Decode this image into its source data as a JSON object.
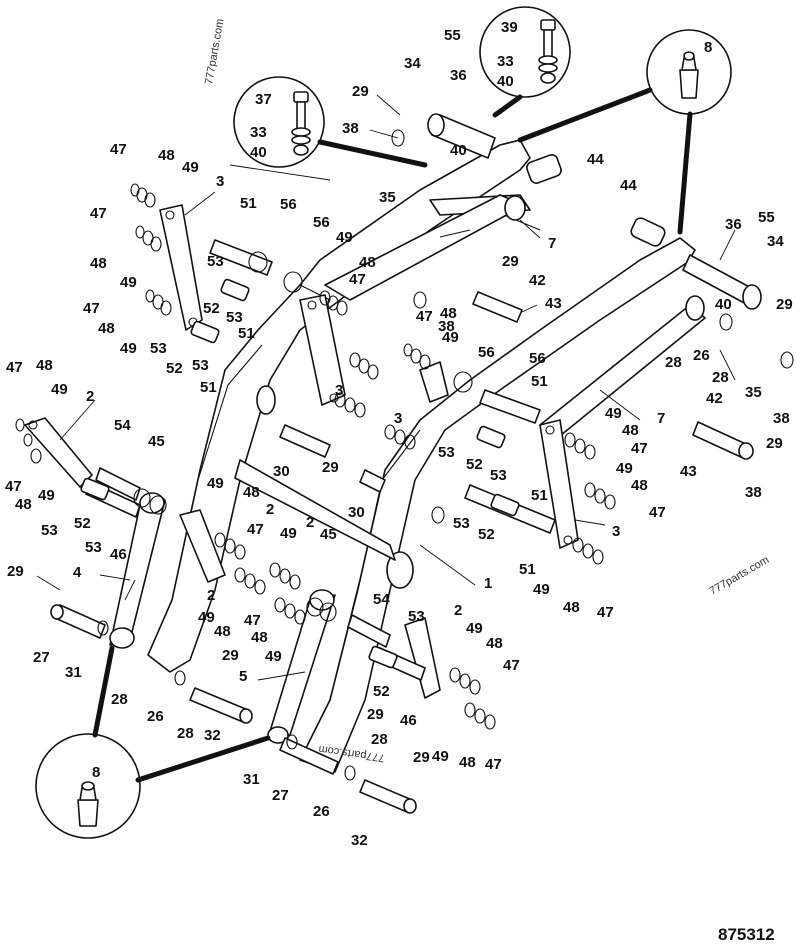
{
  "figure_number": "875312",
  "watermarks": [
    "777parts.com",
    "777parts.com",
    "777parts.com"
  ],
  "callouts": [
    {
      "id": "c55a",
      "text": "55"
    },
    {
      "id": "c39",
      "text": "39"
    },
    {
      "id": "c34a",
      "text": "34"
    },
    {
      "id": "c36a",
      "text": "36"
    },
    {
      "id": "c33a",
      "text": "33"
    },
    {
      "id": "c40a",
      "text": "40"
    },
    {
      "id": "c8a",
      "text": "8"
    },
    {
      "id": "c37",
      "text": "37"
    },
    {
      "id": "c29a",
      "text": "29"
    },
    {
      "id": "c38a",
      "text": "38"
    },
    {
      "id": "c33b",
      "text": "33"
    },
    {
      "id": "c40b",
      "text": "40"
    },
    {
      "id": "c40c",
      "text": "40"
    },
    {
      "id": "c44a",
      "text": "44"
    },
    {
      "id": "c47a",
      "text": "47"
    },
    {
      "id": "c48a",
      "text": "48"
    },
    {
      "id": "c49a",
      "text": "49"
    },
    {
      "id": "c3a",
      "text": "3"
    },
    {
      "id": "c35a",
      "text": "35"
    },
    {
      "id": "c44b",
      "text": "44"
    },
    {
      "id": "c47b",
      "text": "47"
    },
    {
      "id": "c51a",
      "text": "51"
    },
    {
      "id": "c56a",
      "text": "56"
    },
    {
      "id": "c56b",
      "text": "56"
    },
    {
      "id": "c49b",
      "text": "49"
    },
    {
      "id": "c7a",
      "text": "7"
    },
    {
      "id": "c36b",
      "text": "36"
    },
    {
      "id": "c55b",
      "text": "55"
    },
    {
      "id": "c34b",
      "text": "34"
    },
    {
      "id": "c48b",
      "text": "48"
    },
    {
      "id": "c49c",
      "text": "49"
    },
    {
      "id": "c53a",
      "text": "53"
    },
    {
      "id": "c48c",
      "text": "48"
    },
    {
      "id": "c29b",
      "text": "29"
    },
    {
      "id": "c47c",
      "text": "47"
    },
    {
      "id": "c42a",
      "text": "42"
    },
    {
      "id": "c52a",
      "text": "52"
    },
    {
      "id": "c53b",
      "text": "53"
    },
    {
      "id": "c40d",
      "text": "40"
    },
    {
      "id": "c47d",
      "text": "47"
    },
    {
      "id": "c43a",
      "text": "43"
    },
    {
      "id": "c29c",
      "text": "29"
    },
    {
      "id": "c48d",
      "text": "48"
    },
    {
      "id": "c51b",
      "text": "51"
    },
    {
      "id": "c47e",
      "text": "47"
    },
    {
      "id": "c48e",
      "text": "48"
    },
    {
      "id": "c38b",
      "text": "38"
    },
    {
      "id": "c49d",
      "text": "49"
    },
    {
      "id": "c53c",
      "text": "53"
    },
    {
      "id": "c49e",
      "text": "49"
    },
    {
      "id": "c28a",
      "text": "28"
    },
    {
      "id": "c26a",
      "text": "26"
    },
    {
      "id": "c53d",
      "text": "53"
    },
    {
      "id": "c56c",
      "text": "56"
    },
    {
      "id": "c52b",
      "text": "52"
    },
    {
      "id": "c28b",
      "text": "28"
    },
    {
      "id": "c51c",
      "text": "51"
    },
    {
      "id": "c56d",
      "text": "56"
    },
    {
      "id": "c47f",
      "text": "47"
    },
    {
      "id": "c48f",
      "text": "48"
    },
    {
      "id": "c51d",
      "text": "51"
    },
    {
      "id": "c35b",
      "text": "35"
    },
    {
      "id": "c3b",
      "text": "3"
    },
    {
      "id": "c38c",
      "text": "38"
    },
    {
      "id": "c49f",
      "text": "49"
    },
    {
      "id": "c2a",
      "text": "2"
    },
    {
      "id": "c3c",
      "text": "3"
    },
    {
      "id": "c42b",
      "text": "42"
    },
    {
      "id": "c49g",
      "text": "49"
    },
    {
      "id": "c7b",
      "text": "7"
    },
    {
      "id": "c54a",
      "text": "54"
    },
    {
      "id": "c45a",
      "text": "45"
    },
    {
      "id": "c48g",
      "text": "48"
    },
    {
      "id": "c29d",
      "text": "29"
    },
    {
      "id": "c47g",
      "text": "47"
    },
    {
      "id": "c53e",
      "text": "53"
    },
    {
      "id": "c43b",
      "text": "43"
    },
    {
      "id": "c30a",
      "text": "30"
    },
    {
      "id": "c29e",
      "text": "29"
    },
    {
      "id": "c52c",
      "text": "52"
    },
    {
      "id": "c49h",
      "text": "49"
    },
    {
      "id": "c53f",
      "text": "53"
    },
    {
      "id": "c38d",
      "text": "38"
    },
    {
      "id": "c47h",
      "text": "47"
    },
    {
      "id": "c51e",
      "text": "51"
    },
    {
      "id": "c48h",
      "text": "48"
    },
    {
      "id": "c49i",
      "text": "49"
    },
    {
      "id": "c48i",
      "text": "48"
    },
    {
      "id": "c47i",
      "text": "47"
    },
    {
      "id": "c49j",
      "text": "49"
    },
    {
      "id": "c30b",
      "text": "30"
    },
    {
      "id": "c53g",
      "text": "53"
    },
    {
      "id": "c52d",
      "text": "52"
    },
    {
      "id": "c53h",
      "text": "53"
    },
    {
      "id": "c48j",
      "text": "48"
    },
    {
      "id": "c46a",
      "text": "46"
    },
    {
      "id": "c53i",
      "text": "53"
    },
    {
      "id": "c47j",
      "text": "47"
    },
    {
      "id": "c2b",
      "text": "2"
    },
    {
      "id": "c49k",
      "text": "49"
    },
    {
      "id": "c52e",
      "text": "52"
    },
    {
      "id": "c3d",
      "text": "3"
    },
    {
      "id": "c2c",
      "text": "2"
    },
    {
      "id": "c45b",
      "text": "45"
    },
    {
      "id": "c51f",
      "text": "51"
    },
    {
      "id": "c29f",
      "text": "29"
    },
    {
      "id": "c4",
      "text": "4"
    },
    {
      "id": "c1",
      "text": "1"
    },
    {
      "id": "c2d",
      "text": "2"
    },
    {
      "id": "c49l",
      "text": "49"
    },
    {
      "id": "c48k",
      "text": "48"
    },
    {
      "id": "c47k",
      "text": "47"
    },
    {
      "id": "c49m",
      "text": "49"
    },
    {
      "id": "c48l",
      "text": "48"
    },
    {
      "id": "c47l",
      "text": "47"
    },
    {
      "id": "c54b",
      "text": "54"
    },
    {
      "id": "c27a",
      "text": "27"
    },
    {
      "id": "c48m",
      "text": "48"
    },
    {
      "id": "c49n",
      "text": "49"
    },
    {
      "id": "c31a",
      "text": "31"
    },
    {
      "id": "c53j",
      "text": "53"
    },
    {
      "id": "c2e",
      "text": "2"
    },
    {
      "id": "c49o",
      "text": "49"
    },
    {
      "id": "c48n",
      "text": "48"
    },
    {
      "id": "c29g",
      "text": "29"
    },
    {
      "id": "c47m",
      "text": "47"
    },
    {
      "id": "c28c",
      "text": "28"
    },
    {
      "id": "c5",
      "text": "5"
    },
    {
      "id": "c52f",
      "text": "52"
    },
    {
      "id": "c26b",
      "text": "26"
    },
    {
      "id": "c28d",
      "text": "28"
    },
    {
      "id": "c32a",
      "text": "32"
    },
    {
      "id": "c46b",
      "text": "46"
    },
    {
      "id": "c29h",
      "text": "29"
    },
    {
      "id": "c8b",
      "text": "8"
    },
    {
      "id": "c28e",
      "text": "28"
    },
    {
      "id": "c49p",
      "text": "49"
    },
    {
      "id": "c48o",
      "text": "48"
    },
    {
      "id": "c47n",
      "text": "47"
    },
    {
      "id": "c29i",
      "text": "29"
    },
    {
      "id": "c31b",
      "text": "31"
    },
    {
      "id": "c27b",
      "text": "27"
    },
    {
      "id": "c26c",
      "text": "26"
    },
    {
      "id": "c32b",
      "text": "32"
    }
  ]
}
